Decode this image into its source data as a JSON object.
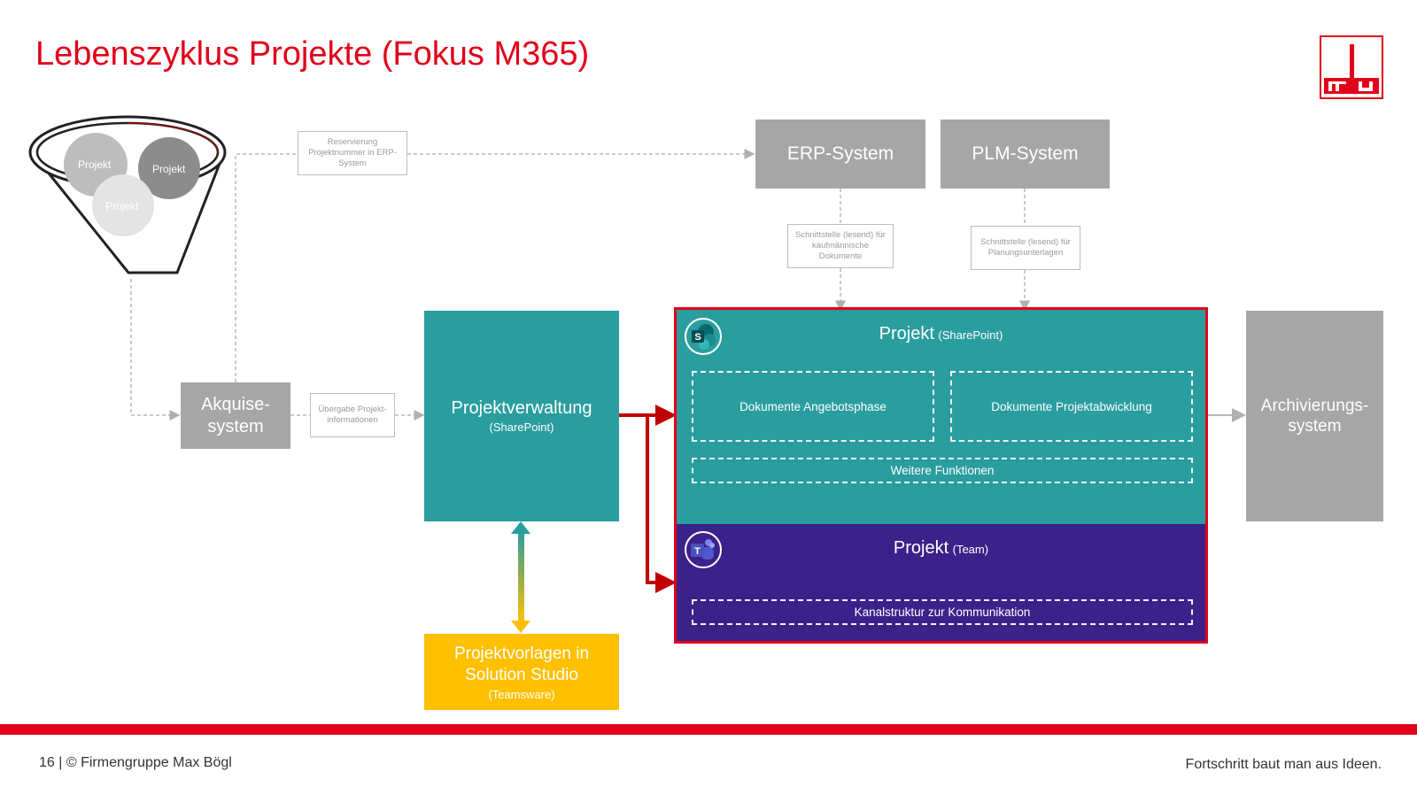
{
  "title": "Lebenszyklus Projekte (Fokus M365)",
  "funnel": {
    "circle_1": "Projekt",
    "circle_2": "Projekt",
    "circle_3": "Projekt"
  },
  "notes": {
    "reservierung": "Reservierung Projektnummer in ERP-System",
    "schnittstelle_erp": "Schnittstelle (lesend) für kaufmännische Dokumente",
    "schnittstelle_plm": "Schnittstelle (lesend) für Planungsunterlagen",
    "uebergabe": "Übergabe Projekt-informationen"
  },
  "systems": {
    "erp": "ERP-System",
    "plm": "PLM-System",
    "akquise": "Akquise-system",
    "archivierung": "Archivierungs-system"
  },
  "projektverwaltung": {
    "title": "Projektverwaltung",
    "subtitle": "(SharePoint)"
  },
  "projektvorlagen": {
    "title": "Projektvorlagen in Solution Studio",
    "subtitle": "(Teamsware)"
  },
  "sharepoint_project": {
    "title": "Projekt",
    "subtitle": "(SharePoint)",
    "icon_letter": "S",
    "boxes": [
      "Dokumente Angebotsphase",
      "Dokumente Projektabwicklung",
      "Weitere Funktionen"
    ]
  },
  "team_project": {
    "title": "Projekt",
    "subtitle": "(Team)",
    "icon_letter": "T",
    "boxes": [
      "Kanalstruktur zur Kommunikation"
    ]
  },
  "footer": {
    "left": "16 | © Firmengruppe Max Bögl",
    "right": "Fortschritt baut man aus Ideen."
  },
  "colors": {
    "brand_red": "#e2001a",
    "teal": "#2a9d9f",
    "purple": "#3a228a",
    "yellow": "#ffc000",
    "gray": "#a6a6a6"
  }
}
